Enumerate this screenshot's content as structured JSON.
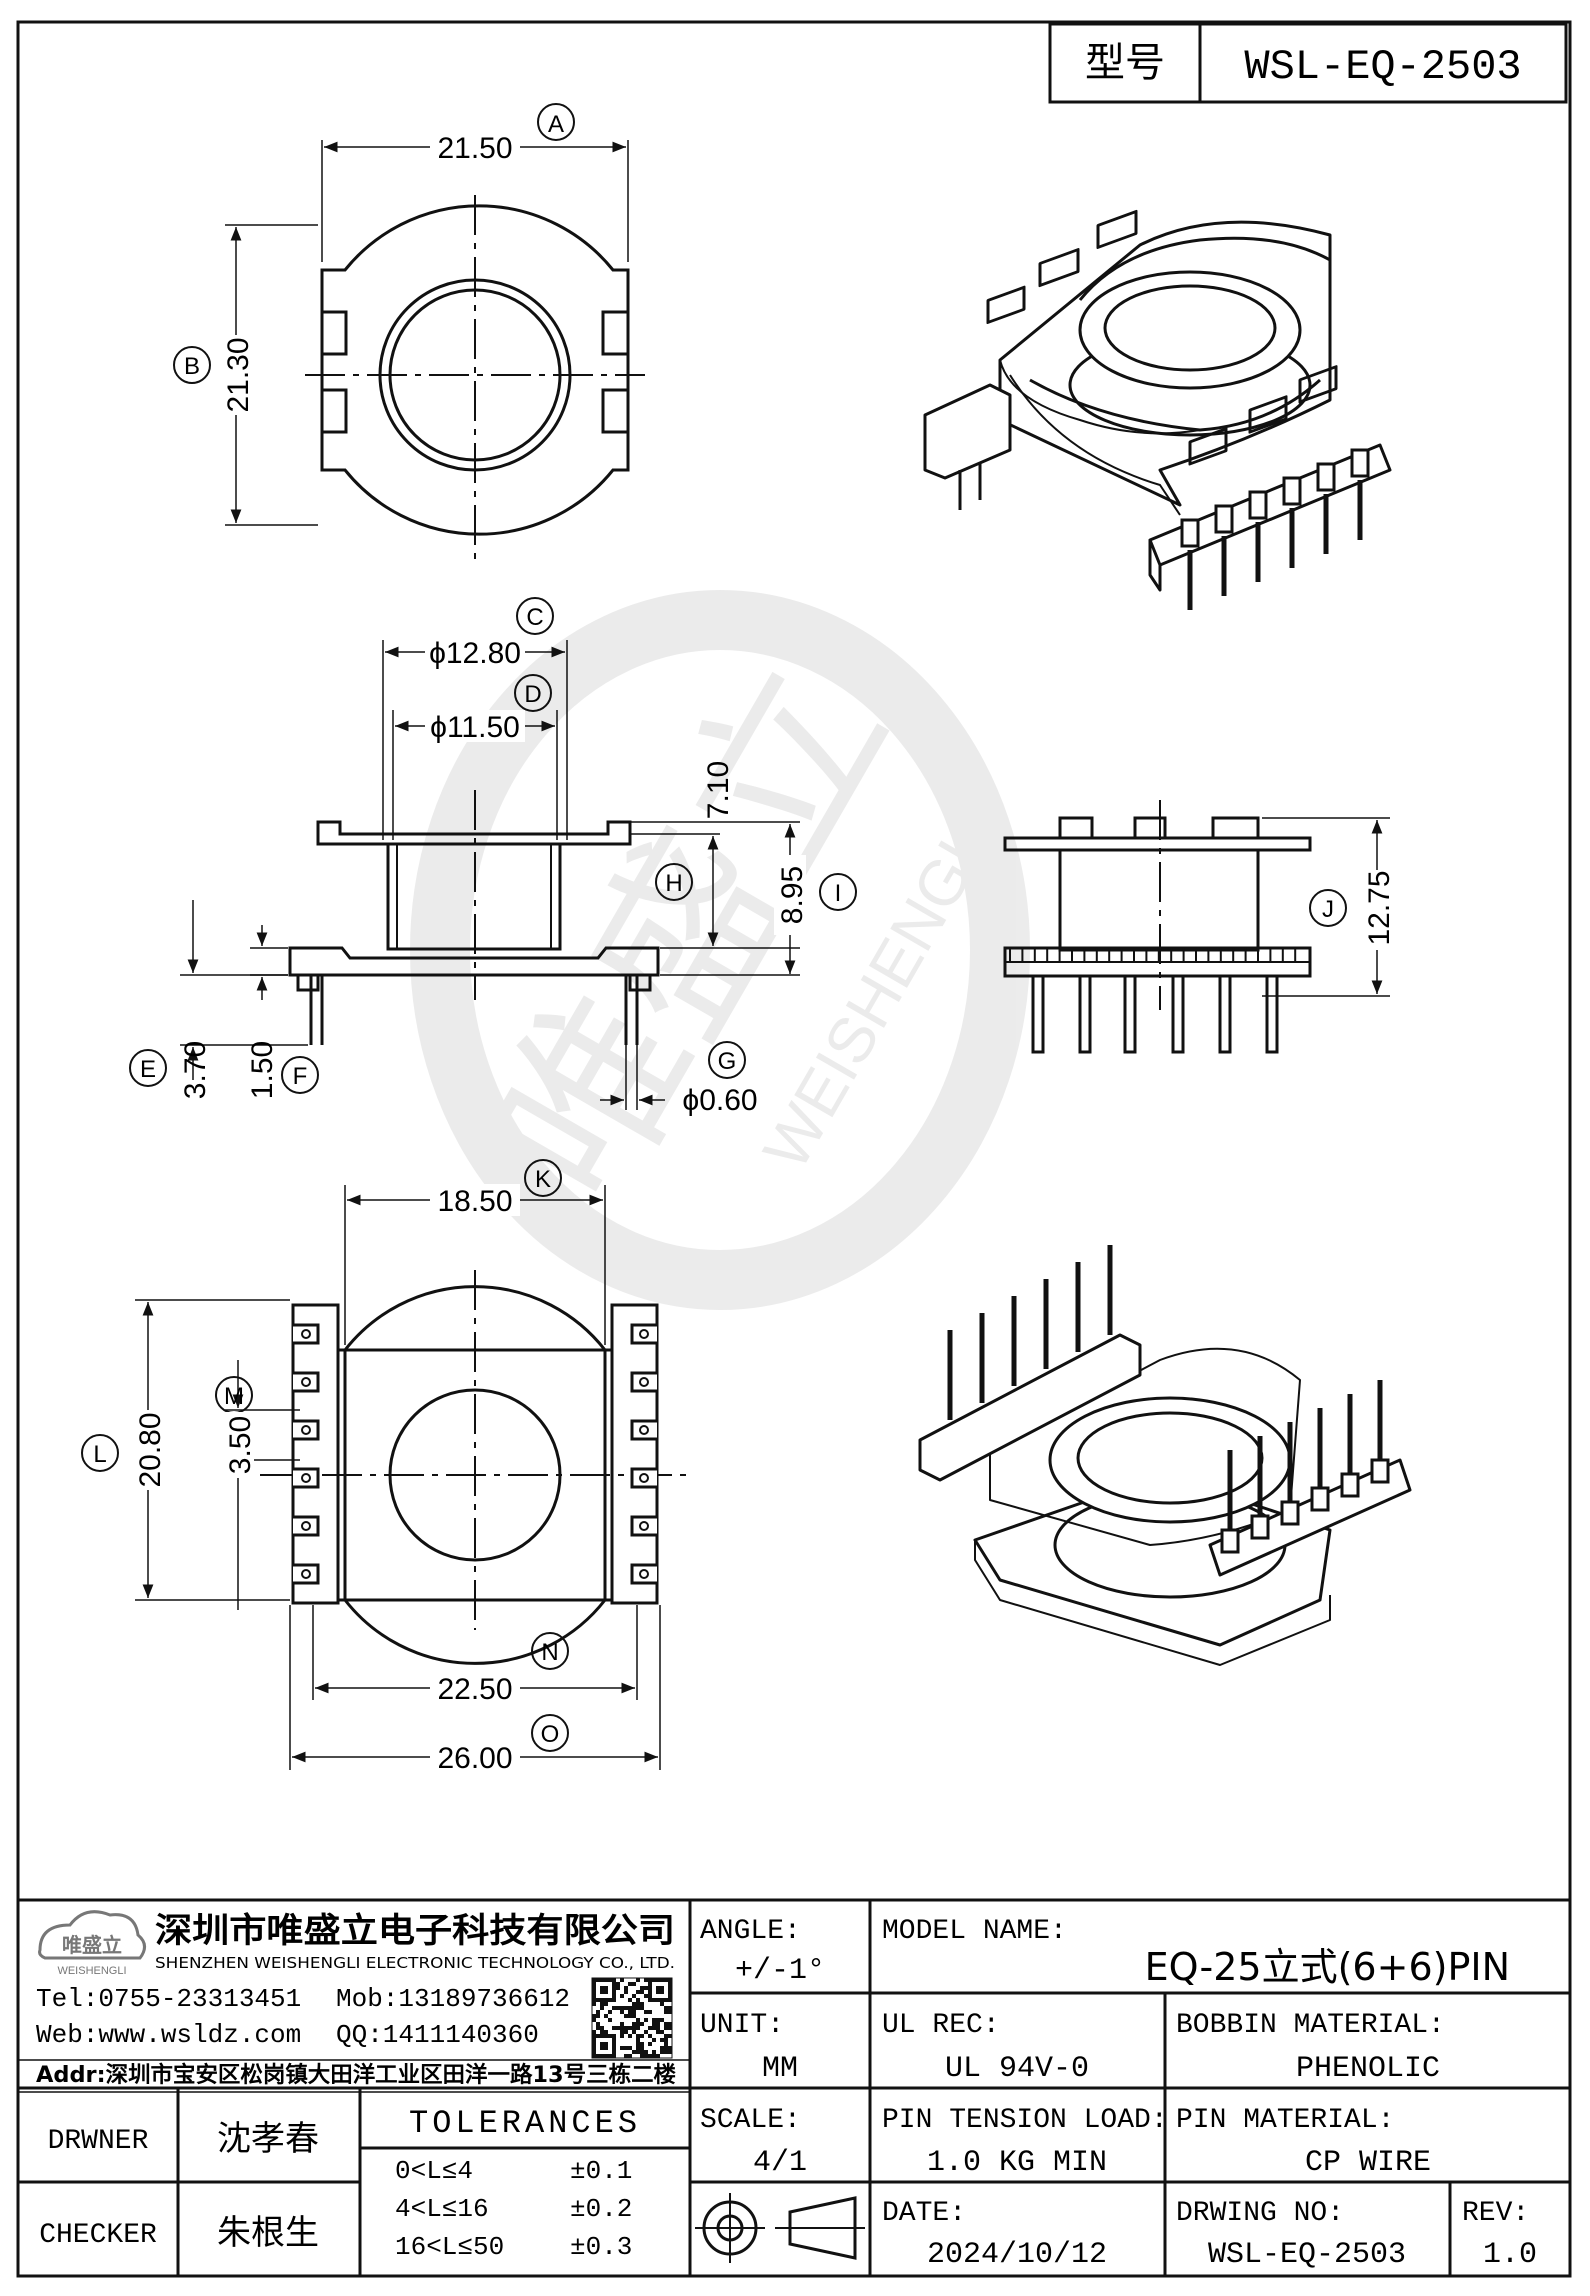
{
  "header": {
    "label_cn": "型号",
    "model": "WSL-EQ-2503"
  },
  "dims": {
    "A": {
      "letter": "A",
      "value": "21.50"
    },
    "B": {
      "letter": "B",
      "value": "21.30"
    },
    "C": {
      "letter": "C",
      "value": "ϕ12.80"
    },
    "D": {
      "letter": "D",
      "value": "ϕ11.50"
    },
    "E": {
      "letter": "E",
      "value": "3.70"
    },
    "F": {
      "letter": "F",
      "value": "1.50"
    },
    "G": {
      "letter": "G",
      "value": "ϕ0.60"
    },
    "H": {
      "letter": "H",
      "value": "7.10"
    },
    "I": {
      "letter": "I",
      "value": "8.95"
    },
    "J": {
      "letter": "J",
      "value": "12.75"
    },
    "K": {
      "letter": "K",
      "value": "18.50"
    },
    "L": {
      "letter": "L",
      "value": "20.80"
    },
    "M": {
      "letter": "M",
      "value": "3.50"
    },
    "N": {
      "letter": "N",
      "value": "22.50"
    },
    "O": {
      "letter": "O",
      "value": "26.00"
    }
  },
  "watermark": {
    "cn": "唯盛立",
    "en": "WEISHENGLI"
  },
  "company": {
    "logo_cn": "唯盛立",
    "logo_en": "WEISHENGLI",
    "name_cn": "深圳市唯盛立电子科技有限公司",
    "name_en": "SHENZHEN WEISHENGLI ELECTRONIC TECHNOLOGY CO., LTD.",
    "tel": "Tel:0755-23313451",
    "mob": "Mob:13189736612",
    "web": "Web:www.wsldz.com",
    "qq": "QQ:1411140360",
    "addr": "Addr:深圳市宝安区松岗镇大田洋工业区田洋一路13号三栋二楼"
  },
  "title_block": {
    "angle_label": "ANGLE:",
    "angle_value": "+/-1°",
    "model_name_label": "MODEL NAME:",
    "model_name_value": "EQ-25立式(6+6)PIN",
    "unit_label": "UNIT:",
    "unit_value": "MM",
    "ul_label": "UL REC:",
    "ul_value": "UL 94V-0",
    "bobbin_label": "BOBBIN MATERIAL:",
    "bobbin_value": "PHENOLIC",
    "scale_label": "SCALE:",
    "scale_value": "4/1",
    "pin_tension_label": "PIN TENSION LOAD:",
    "pin_tension_value": "1.0 KG MIN",
    "pin_material_label": "PIN MATERIAL:",
    "pin_material_value": "CP WIRE",
    "date_label": "DATE:",
    "date_value": "2024/10/12",
    "drwing_no_label": "DRWING NO:",
    "drwing_no_value": "WSL-EQ-2503",
    "rev_label": "REV:",
    "rev_value": "1.0",
    "drawer_label": "DRWNER",
    "drawer_value": "沈孝春",
    "checker_label": "CHECKER",
    "checker_value": "朱根生",
    "tolerances_label": "TOLERANCES",
    "tol_rows": [
      {
        "range": "0<L≤4",
        "tol": "±0.1"
      },
      {
        "range": "4<L≤16",
        "tol": "±0.2"
      },
      {
        "range": "16<L≤50",
        "tol": "±0.3"
      }
    ]
  }
}
